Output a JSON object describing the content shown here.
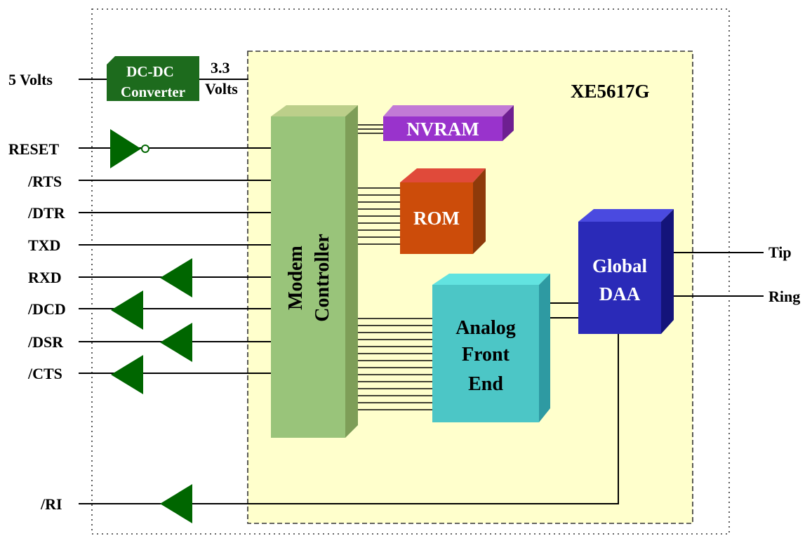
{
  "chip_name": "XE5617G",
  "power": {
    "input_label": "5 Volts",
    "converter_line1": "DC-DC",
    "converter_line2": "Converter",
    "output_line1": "3.3",
    "output_line2": "Volts"
  },
  "pins": {
    "reset": "RESET",
    "rts": "/RTS",
    "dtr": "/DTR",
    "txd": "TXD",
    "rxd": "RXD",
    "dcd": "/DCD",
    "dsr": "/DSR",
    "cts": "/CTS",
    "ri": "/RI",
    "tip": "Tip",
    "ring": "Ring"
  },
  "blocks": {
    "controller_line1": "Modem",
    "controller_line2": "Controller",
    "nvram": "NVRAM",
    "rom": "ROM",
    "afe_line1": "Analog",
    "afe_line2": "Front",
    "afe_line3": "End",
    "daa_line1": "Global",
    "daa_line2": "DAA"
  },
  "colors": {
    "chip_background": "#ffffcc",
    "buffer_green": "#006600",
    "converter_green": "#1d6b1d",
    "controller_green": "#99c47a",
    "nvram_purple": "#9933cc",
    "rom_orange": "#cc4c0a",
    "afe_teal": "#4cc6c6",
    "daa_blue": "#2a2ab8"
  }
}
